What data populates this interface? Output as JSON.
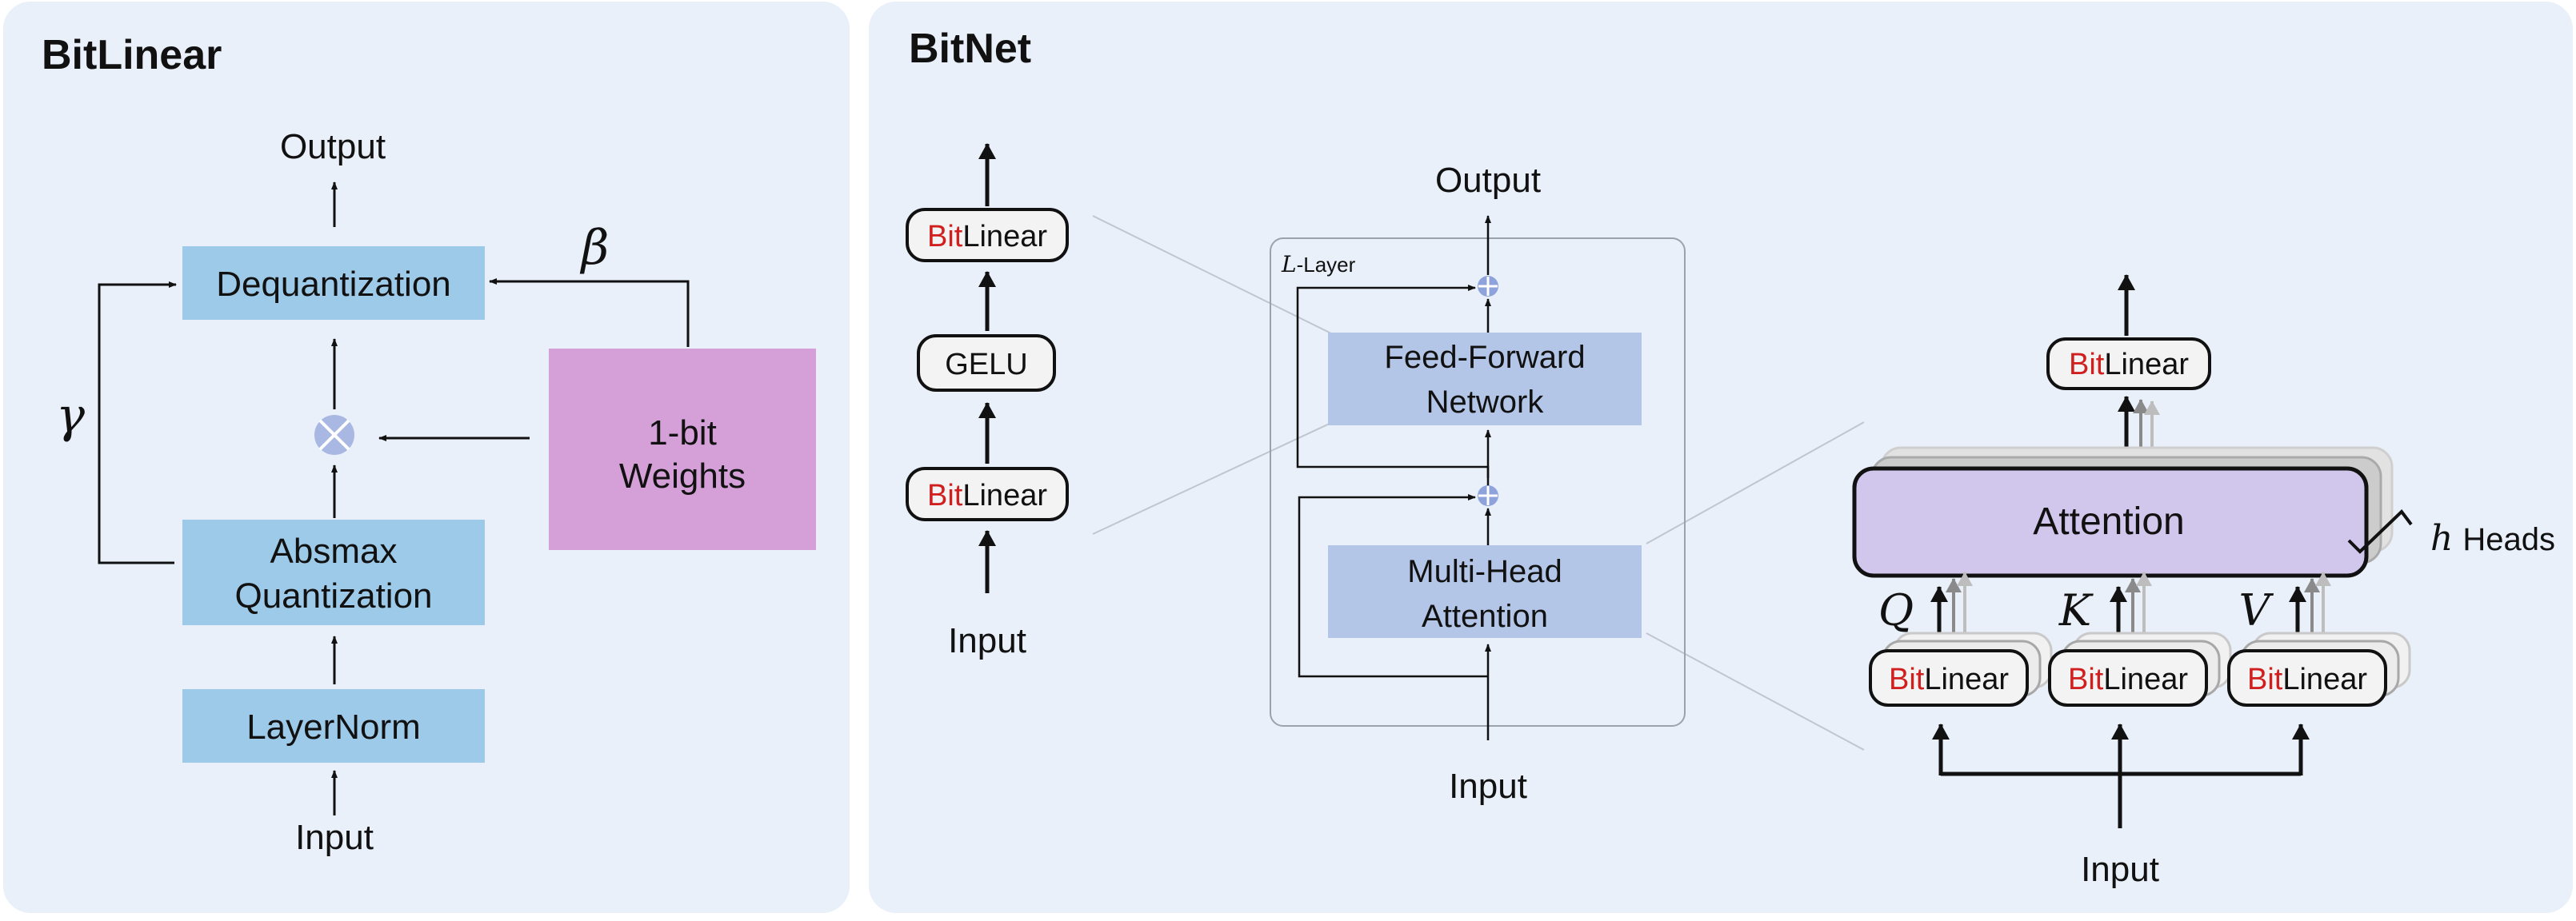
{
  "colors": {
    "panel_bg": "#e9f0f9",
    "quant_box": "#9ecae9",
    "weights_box": "#d5a0d8",
    "bitnet_box": "#b4c6e7",
    "attention_box": "#d1c6eb",
    "bit_red": "#d11f1f",
    "pill_fill": "#f3f3f3"
  },
  "left_panel": {
    "title": "BitLinear",
    "output": "Output",
    "dequant": "Dequantization",
    "beta": "β",
    "gamma": "γ",
    "weights_line1": "1-bit",
    "weights_line2": "Weights",
    "absmax_line1": "Absmax",
    "absmax_line2": "Quantization",
    "layernorm": "LayerNorm",
    "input": "Input",
    "multiply_icon": "circled-times-icon"
  },
  "right_panel": {
    "title": "BitNet",
    "ffn_stack": {
      "bit_prefix": "Bit",
      "linear_suffix": "Linear",
      "gelu": "GELU",
      "input": "Input"
    },
    "layer_block": {
      "output": "Output",
      "layer_var": "L",
      "layer_suffix": "-Layer",
      "ffn_line1": "Feed-Forward",
      "ffn_line2": "Network",
      "mha_line1": "Multi-Head",
      "mha_line2": "Attention",
      "input": "Input",
      "add_icon": "circled-plus-icon"
    },
    "attention_block": {
      "bit_prefix": "Bit",
      "linear_suffix": "Linear",
      "attention": "Attention",
      "heads_var": "h",
      "heads_label": "Heads",
      "q": "Q",
      "k": "K",
      "v": "V",
      "input": "Input"
    }
  }
}
